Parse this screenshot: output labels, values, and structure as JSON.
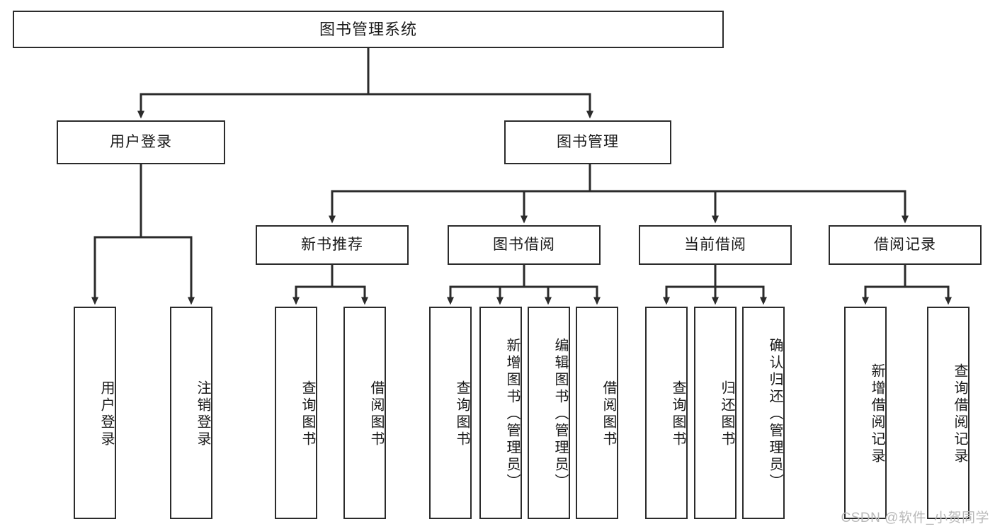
{
  "diagram": {
    "type": "tree",
    "title": "图书管理系统",
    "orientation": "top-down",
    "colors": {
      "box_border": "#2b2b2b",
      "box_fill": "#ffffff",
      "edge": "#2b2b2b",
      "text": "#1a1a1a",
      "watermark": "#b9b9b9"
    },
    "levels": [
      {
        "level": 1,
        "nodes": [
          {
            "id": "root",
            "label": "图书管理系统",
            "orientation": "horizontal"
          }
        ]
      },
      {
        "level": 2,
        "nodes": [
          {
            "id": "n-user-login",
            "label": "用户登录",
            "orientation": "horizontal",
            "parent": "root"
          },
          {
            "id": "n-book-manage",
            "label": "图书管理",
            "orientation": "horizontal",
            "parent": "root"
          }
        ]
      },
      {
        "level": 3,
        "nodes": [
          {
            "id": "n-new-book-rec",
            "label": "新书推荐",
            "orientation": "horizontal",
            "parent": "n-book-manage"
          },
          {
            "id": "n-book-borrow",
            "label": "图书借阅",
            "orientation": "horizontal",
            "parent": "n-book-manage"
          },
          {
            "id": "n-current-borrow",
            "label": "当前借阅",
            "orientation": "horizontal",
            "parent": "n-book-manage"
          },
          {
            "id": "n-borrow-record",
            "label": "借阅记录",
            "orientation": "horizontal",
            "parent": "n-book-manage"
          }
        ]
      },
      {
        "level": 4,
        "nodes": [
          {
            "id": "l1",
            "label": "用户登录",
            "orientation": "vertical",
            "parent": "n-user-login"
          },
          {
            "id": "l2",
            "label": "注销登录",
            "orientation": "vertical",
            "parent": "n-user-login"
          },
          {
            "id": "l3",
            "label": "查询图书",
            "orientation": "vertical",
            "parent": "n-new-book-rec"
          },
          {
            "id": "l4",
            "label": "借阅图书",
            "orientation": "vertical",
            "parent": "n-new-book-rec"
          },
          {
            "id": "l5",
            "label": "查询图书",
            "orientation": "vertical",
            "parent": "n-book-borrow"
          },
          {
            "id": "l6",
            "label": "新增图书（管理员）",
            "orientation": "vertical",
            "parent": "n-book-borrow"
          },
          {
            "id": "l7",
            "label": "编辑图书（管理员）",
            "orientation": "vertical",
            "parent": "n-book-borrow"
          },
          {
            "id": "l8",
            "label": "借阅图书",
            "orientation": "vertical",
            "parent": "n-book-borrow"
          },
          {
            "id": "l9",
            "label": "查询图书",
            "orientation": "vertical",
            "parent": "n-current-borrow"
          },
          {
            "id": "l10",
            "label": "归还图书",
            "orientation": "vertical",
            "parent": "n-current-borrow"
          },
          {
            "id": "l11",
            "label": "确认归还（管理员）",
            "orientation": "vertical",
            "parent": "n-current-borrow"
          },
          {
            "id": "l12",
            "label": "新增借阅记录",
            "orientation": "vertical",
            "parent": "n-borrow-record"
          },
          {
            "id": "l13",
            "label": "查询借阅记录",
            "orientation": "vertical",
            "parent": "n-borrow-record"
          }
        ]
      }
    ],
    "watermark": "CSDN @软件_小贺同学"
  }
}
